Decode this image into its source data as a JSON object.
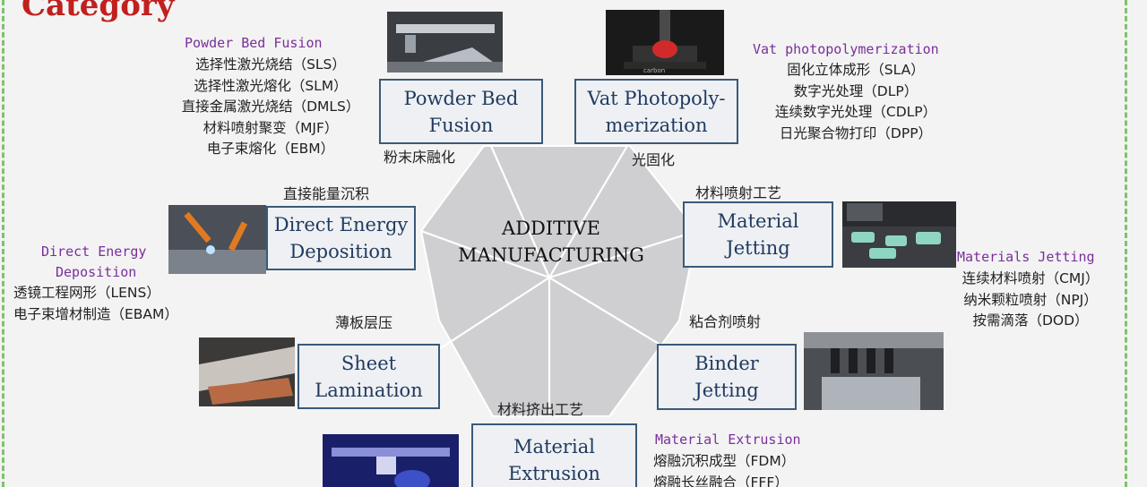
{
  "page": {
    "title": "Category",
    "center": {
      "line1": "ADDITIVE",
      "line2": "MANUFACTURING"
    }
  },
  "categories": {
    "powder_bed": {
      "box_line1": "Powder Bed",
      "box_line2": "Fusion",
      "cn_label": "粉末床融化",
      "en_label": "Powder Bed Fusion",
      "processes": [
        "选择性激光烧结（SLS）",
        "选择性激光熔化（SLM）",
        "直接金属激光烧结（DMLS）",
        "材料喷射聚变（MJF）",
        "电子束熔化（EBM）"
      ]
    },
    "vat": {
      "box_line1": "Vat Photopoly-",
      "box_line2": "merization",
      "cn_label": "光固化",
      "en_label": "Vat photopolymerization",
      "processes": [
        "固化立体成形（SLA）",
        "数字光处理（DLP）",
        "连续数字光处理（CDLP）",
        "日光聚合物打印（DPP）"
      ]
    },
    "ded": {
      "box_line1": "Direct Energy",
      "box_line2": "Deposition",
      "cn_label": "直接能量沉积",
      "en_label_1": "Direct Energy",
      "en_label_2": "Deposition",
      "processes": [
        "透镜工程网形（LENS）",
        "电子束增材制造（EBAM）"
      ]
    },
    "jetting": {
      "box_line1": "Material",
      "box_line2": "Jetting",
      "cn_label": "材料喷射工艺",
      "en_label": "Materials Jetting",
      "processes": [
        "连续材料喷射（CMJ）",
        "纳米颗粒喷射（NPJ）",
        "按需滴落（DOD）"
      ]
    },
    "sheet": {
      "box_line1": "Sheet",
      "box_line2": "Lamination",
      "cn_label": "薄板层压"
    },
    "binder": {
      "box_line1": "Binder",
      "box_line2": "Jetting",
      "cn_label": "粘合剂喷射"
    },
    "extrusion": {
      "box_line1": "Material",
      "box_line2": "Extrusion",
      "cn_label": "材料挤出工艺",
      "en_label": "Material Extrusion",
      "processes": [
        "熔融沉积成型（FDM）",
        "熔融长丝融合（FFF）"
      ]
    }
  },
  "photo_labels": {
    "vat_printer_brand": "carbon"
  },
  "colors": {
    "title": "#c0201e",
    "box_border": "#3a5a78",
    "box_text": "#1f3a5f",
    "english_label": "#7a2f9a",
    "heptagon_fill": "#cfcfd1",
    "page_border": "#7cc46a"
  }
}
